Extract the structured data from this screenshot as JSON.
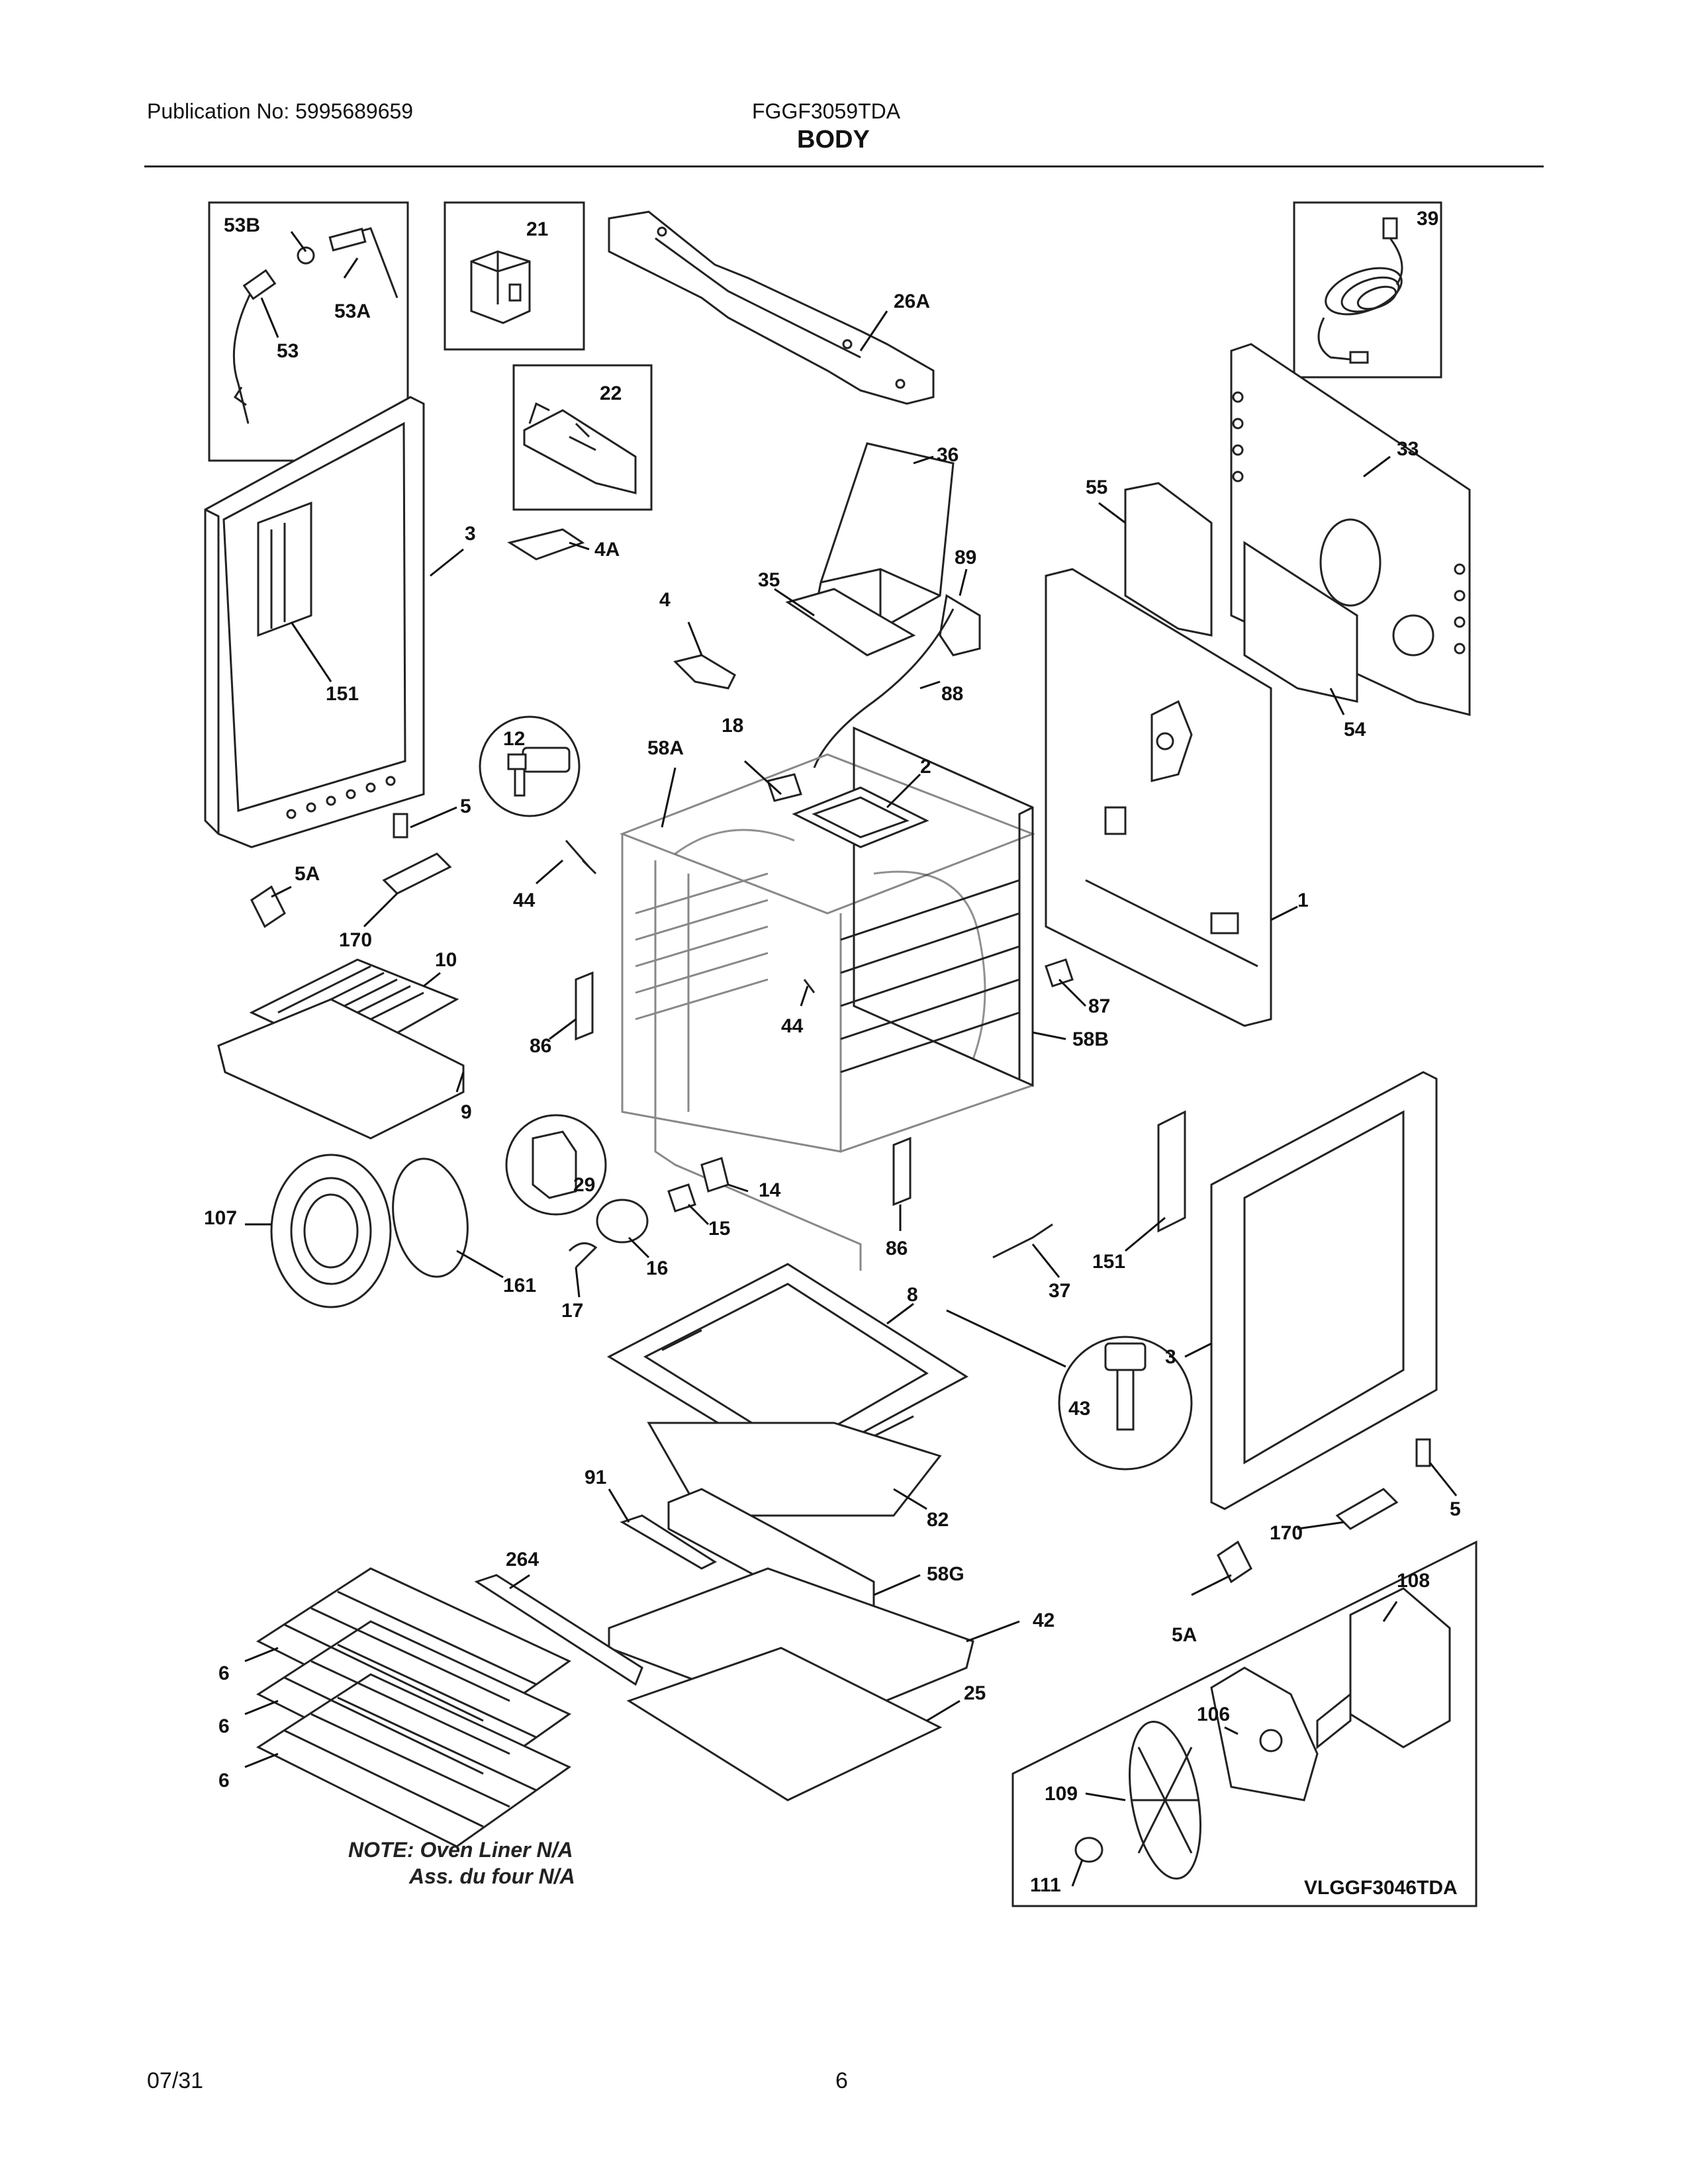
{
  "header": {
    "publication": "Publication No: 5995689659",
    "model": "FGGF3059TDA",
    "section": "BODY"
  },
  "parts": {
    "p53B": "53B",
    "p53A": "53A",
    "p53": "53",
    "p21": "21",
    "p26A": "26A",
    "p39": "39",
    "p22": "22",
    "p36": "36",
    "p33": "33",
    "p55": "55",
    "p3a": "3",
    "p4A": "4A",
    "p35": "35",
    "p89": "89",
    "p4": "4",
    "p88": "88",
    "p151a": "151",
    "p54": "54",
    "p12": "12",
    "p18": "18",
    "p58A": "58A",
    "p2": "2",
    "p5a": "5",
    "p5Aa": "5A",
    "p44a": "44",
    "p1": "1",
    "p170a": "170",
    "p10": "10",
    "p87": "87",
    "p86a": "86",
    "p44b": "44",
    "p58B": "58B",
    "p9": "9",
    "p29": "29",
    "p14": "14",
    "p107": "107",
    "p15": "15",
    "p16": "16",
    "p86b": "86",
    "p151b": "151",
    "p161": "161",
    "p17": "17",
    "p37": "37",
    "p8": "8",
    "p3b": "3",
    "p43": "43",
    "p91": "91",
    "p82": "82",
    "p5b": "5",
    "p170b": "170",
    "p264": "264",
    "p58G": "58G",
    "p108": "108",
    "p42": "42",
    "p5Ab": "5A",
    "p6a": "6",
    "p25": "25",
    "p106": "106",
    "p6b": "6",
    "p6c": "6",
    "p109": "109",
    "p111": "111"
  },
  "note": {
    "line1": "NOTE: Oven Liner N/A",
    "line2": "Ass. du four N/A"
  },
  "kit_model": "VLGGF3046TDA",
  "footer": {
    "date": "07/31",
    "page": "6"
  }
}
